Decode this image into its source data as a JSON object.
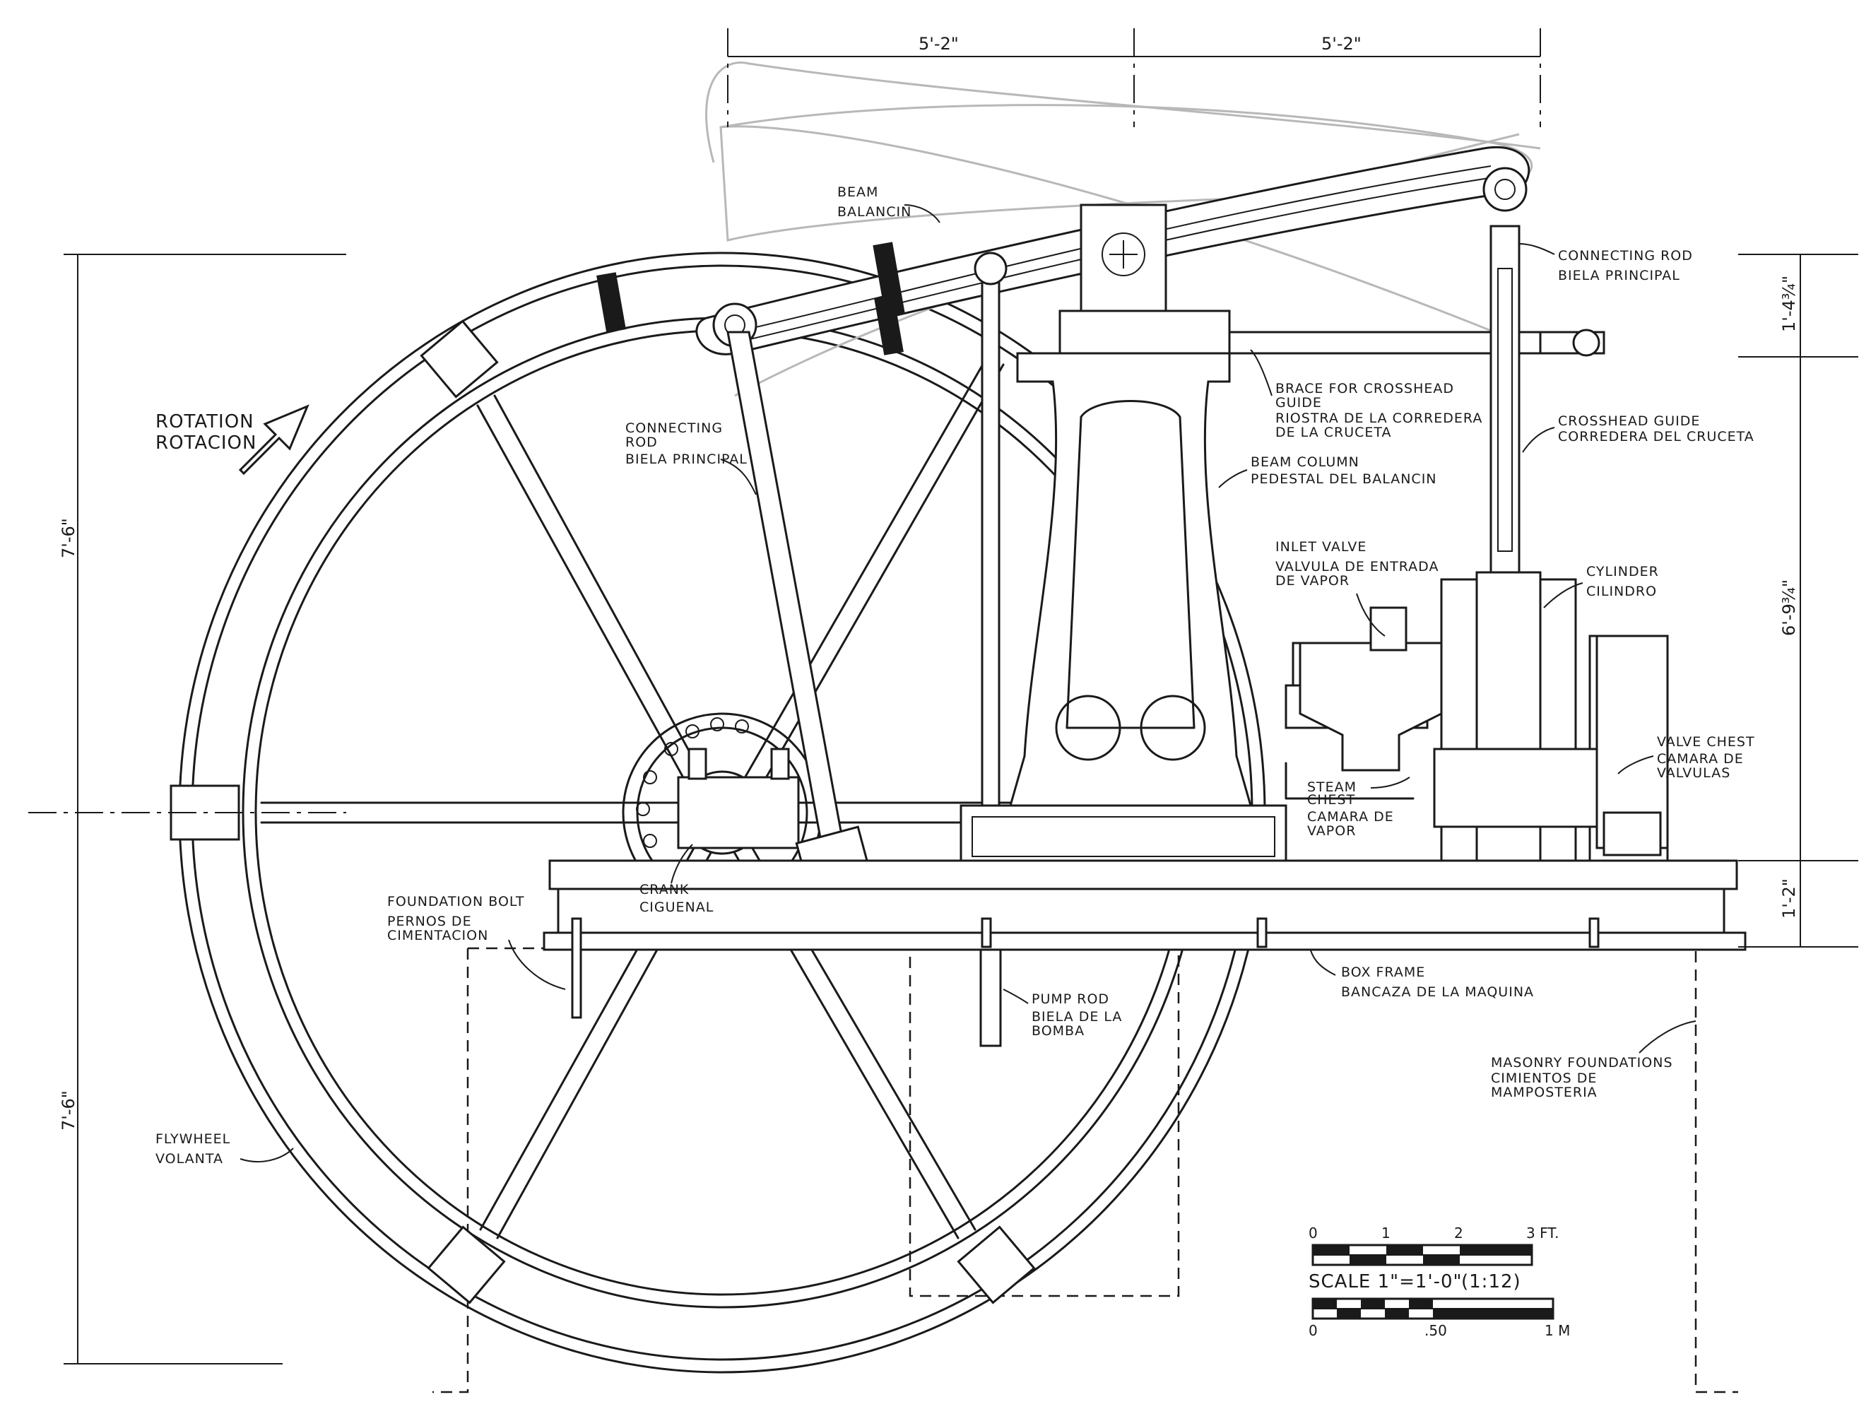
{
  "dimensions": {
    "top_left": "5'-2\"",
    "top_right": "5'-2\"",
    "left_upper": "7'-6\"",
    "left_lower": "7'-6\"",
    "right_1": "1'-4³⁄₄\"",
    "right_2": "6'-9³⁄₄\"",
    "right_3": "1'-2\""
  },
  "labels": {
    "beam": [
      "BEAM",
      "BALANCIN"
    ],
    "connecting_rod_right": [
      "CONNECTING ROD",
      "BIELA PRINCIPAL"
    ],
    "rotation": [
      "ROTATION",
      "ROTACION"
    ],
    "connecting_rod_left": [
      "CONNECTING",
      "ROD",
      "BIELA PRINCIPAL"
    ],
    "brace": [
      "BRACE FOR CROSSHEAD",
      "GUIDE",
      "RIOSTRA DE LA CORREDERA",
      "DE LA CRUCETA"
    ],
    "crosshead_guide": [
      "CROSSHEAD GUIDE",
      "CORREDERA DEL CRUCETA"
    ],
    "beam_column": [
      "BEAM COLUMN",
      "PEDESTAL DEL BALANCIN"
    ],
    "inlet_valve": [
      "INLET VALVE",
      "VALVULA DE ENTRADA",
      "DE VAPOR"
    ],
    "cylinder": [
      "CYLINDER",
      "CILINDRO"
    ],
    "valve_chest": [
      "VALVE CHEST",
      "CAMARA DE",
      "VALVULAS"
    ],
    "steam_chest": [
      "STEAM",
      "CHEST",
      "CAMARA DE",
      "VAPOR"
    ],
    "crank": [
      "CRANK",
      "CIGUENAL"
    ],
    "foundation_bolt": [
      "FOUNDATION BOLT",
      "PERNOS DE",
      "CIMENTACION"
    ],
    "box_frame": [
      "BOX FRAME",
      "BANCAZA DE LA MAQUINA"
    ],
    "pump_rod": [
      "PUMP ROD",
      "BIELA DE LA",
      "BOMBA"
    ],
    "masonry": [
      "MASONRY FOUNDATIONS",
      "CIMIENTOS DE",
      "MAMPOSTERIA"
    ],
    "flywheel": [
      "FLYWHEEL",
      "VOLANTA"
    ]
  },
  "scale": {
    "imperial_ticks": [
      "0",
      "1",
      "2",
      "3 FT."
    ],
    "title": "SCALE 1\"=1'-0\"",
    "ratio": "(1:12)",
    "metric_ticks": [
      "0",
      ".50",
      "1 M"
    ]
  }
}
